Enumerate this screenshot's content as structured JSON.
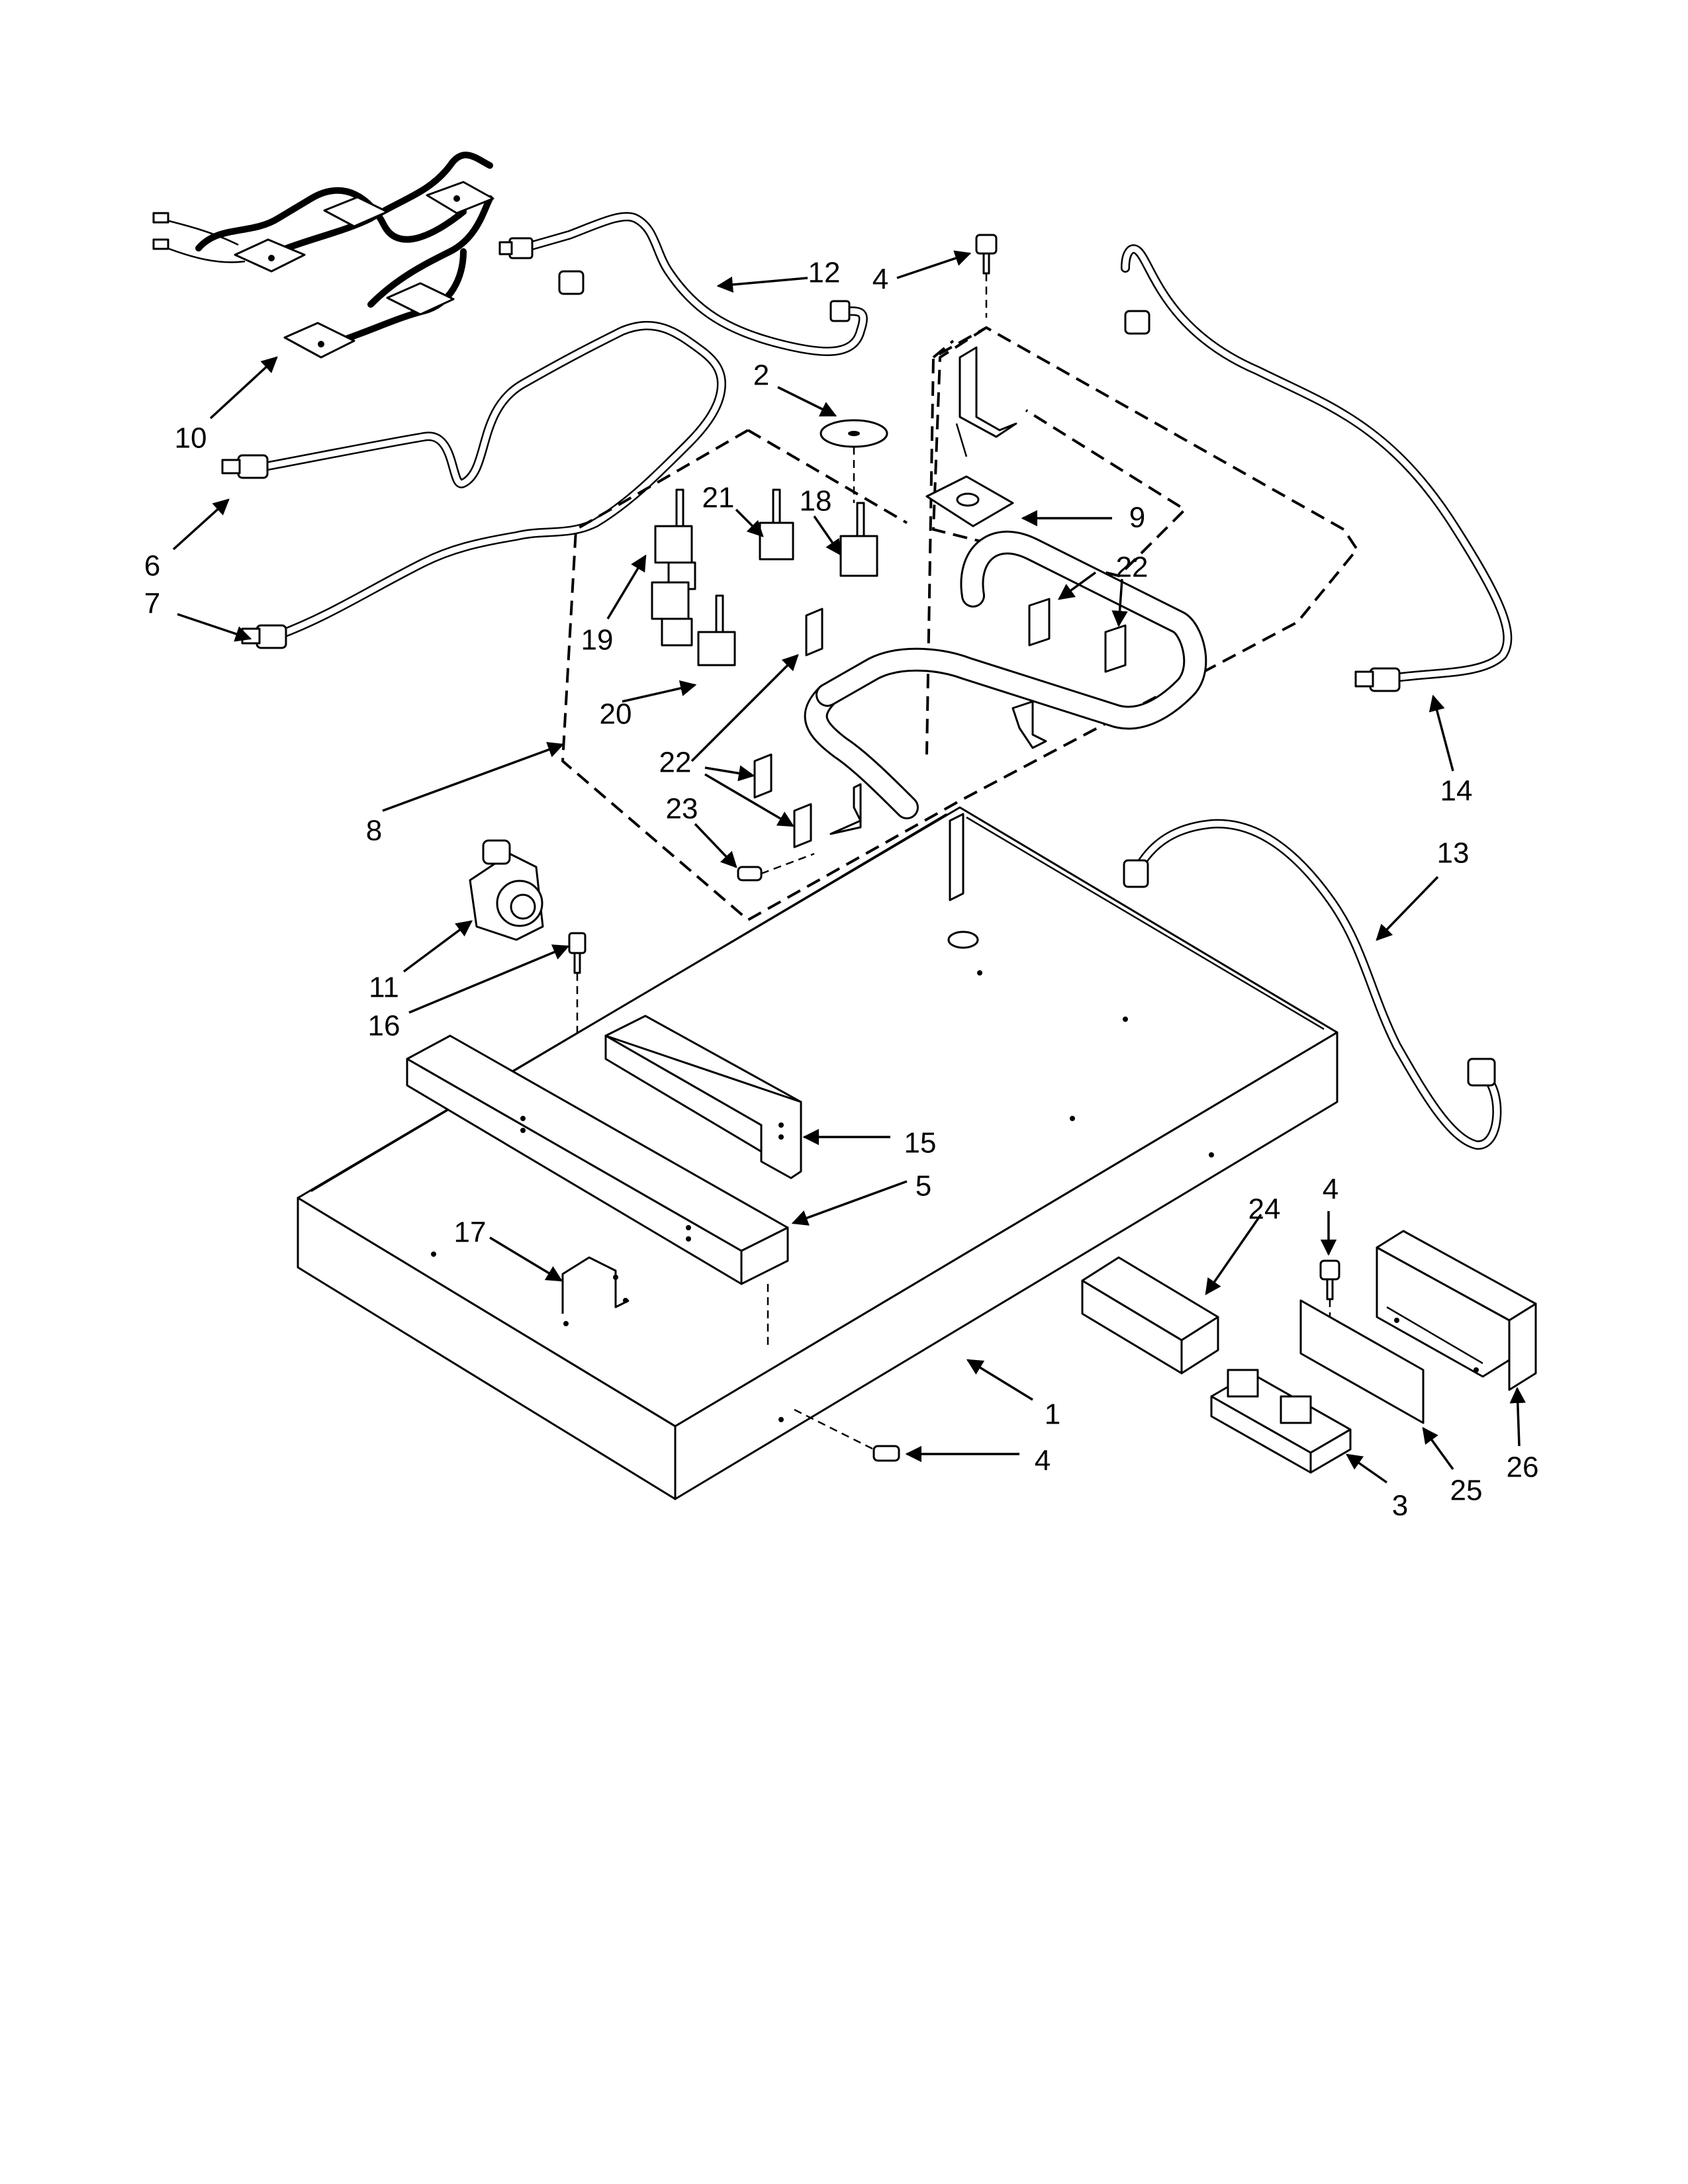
{
  "callouts": [
    {
      "id": "c1",
      "label": "1"
    },
    {
      "id": "c2",
      "label": "2"
    },
    {
      "id": "c3",
      "label": "3"
    },
    {
      "id": "c4a",
      "label": "4"
    },
    {
      "id": "c4b",
      "label": "4"
    },
    {
      "id": "c4c",
      "label": "4"
    },
    {
      "id": "c5",
      "label": "5"
    },
    {
      "id": "c6",
      "label": "6"
    },
    {
      "id": "c7",
      "label": "7"
    },
    {
      "id": "c8",
      "label": "8"
    },
    {
      "id": "c9",
      "label": "9"
    },
    {
      "id": "c10",
      "label": "10"
    },
    {
      "id": "c11",
      "label": "11"
    },
    {
      "id": "c12",
      "label": "12"
    },
    {
      "id": "c13",
      "label": "13"
    },
    {
      "id": "c14",
      "label": "14"
    },
    {
      "id": "c15",
      "label": "15"
    },
    {
      "id": "c16",
      "label": "16"
    },
    {
      "id": "c17",
      "label": "17"
    },
    {
      "id": "c18",
      "label": "18"
    },
    {
      "id": "c19",
      "label": "19"
    },
    {
      "id": "c20",
      "label": "20"
    },
    {
      "id": "c21",
      "label": "21"
    },
    {
      "id": "c22a",
      "label": "22"
    },
    {
      "id": "c22b",
      "label": "22"
    },
    {
      "id": "c23",
      "label": "23"
    },
    {
      "id": "c24",
      "label": "24"
    },
    {
      "id": "c25",
      "label": "25"
    },
    {
      "id": "c26",
      "label": "26"
    }
  ]
}
